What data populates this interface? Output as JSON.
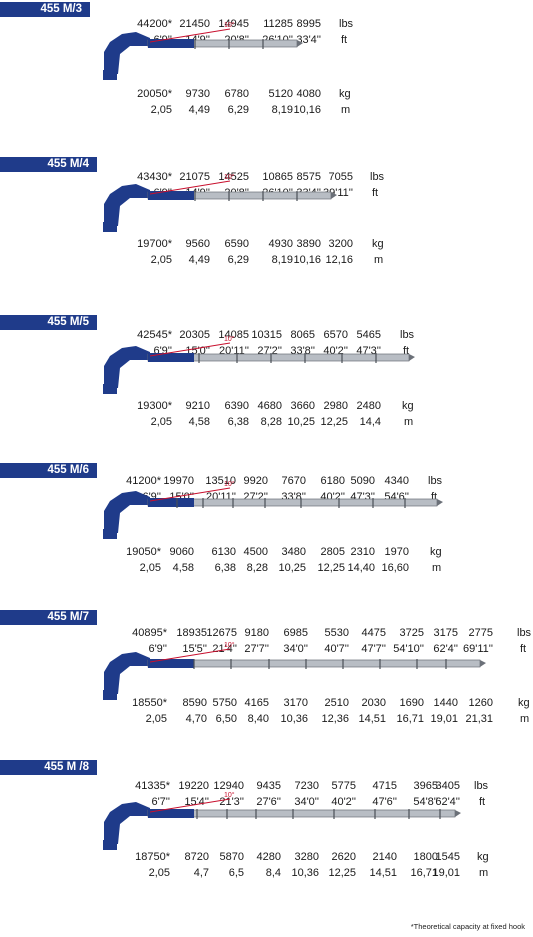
{
  "colors": {
    "accent": "#1f3b8a",
    "angle_line": "#c8102e",
    "boom": "#b8bdc4",
    "crane_body": "#1f3b8a"
  },
  "sections": [
    {
      "model": "455 M/3",
      "angle": "10°",
      "lbs": [
        "44200*",
        "21450",
        "14945",
        "11285",
        "8995"
      ],
      "ft": [
        "6'9''",
        "14'9''",
        "20'8''",
        "26'10''",
        "33'4''"
      ],
      "kg": [
        "20050*",
        "9730",
        "6780",
        "5120",
        "4080"
      ],
      "m": [
        "2,05",
        "4,49",
        "6,29",
        "8,19",
        "10,16"
      ],
      "units": {
        "lbs": "lbs",
        "ft": "ft",
        "kg": "kg",
        "m": "m"
      }
    },
    {
      "model": "455 M/4",
      "angle": "10°",
      "lbs": [
        "43430*",
        "21075",
        "14525",
        "10865",
        "8575",
        "7055"
      ],
      "ft": [
        "6'9''",
        "14'9''",
        "20'8''",
        "26'10''",
        "33'4''",
        "39'11''"
      ],
      "kg": [
        "19700*",
        "9560",
        "6590",
        "4930",
        "3890",
        "3200"
      ],
      "m": [
        "2,05",
        "4,49",
        "6,29",
        "8,19",
        "10,16",
        "12,16"
      ],
      "units": {
        "lbs": "lbs",
        "ft": "ft",
        "kg": "kg",
        "m": "m"
      }
    },
    {
      "model": "455 M/5",
      "angle": "10°",
      "lbs": [
        "42545*",
        "20305",
        "14085",
        "10315",
        "8065",
        "6570",
        "5465"
      ],
      "ft": [
        "6'9''",
        "15'0''",
        "20'11''",
        "27'2''",
        "33'8''",
        "40'2''",
        "47'3''"
      ],
      "kg": [
        "19300*",
        "9210",
        "6390",
        "4680",
        "3660",
        "2980",
        "2480"
      ],
      "m": [
        "2,05",
        "4,58",
        "6,38",
        "8,28",
        "10,25",
        "12,25",
        "14,4"
      ],
      "units": {
        "lbs": "lbs",
        "ft": "ft",
        "kg": "kg",
        "m": "m"
      }
    },
    {
      "model": "455 M/6",
      "angle": "10°",
      "lbs": [
        "41200*",
        "19970",
        "13510",
        "9920",
        "7670",
        "6180",
        "5090",
        "4340"
      ],
      "ft": [
        "6'9''",
        "15'0''",
        "20'11''",
        "27'2''",
        "33'8''",
        "40'2''",
        "47'3''",
        "54'6''"
      ],
      "kg": [
        "19050*",
        "9060",
        "6130",
        "4500",
        "3480",
        "2805",
        "2310",
        "1970"
      ],
      "m": [
        "2,05",
        "4,58",
        "6,38",
        "8,28",
        "10,25",
        "12,25",
        "14,40",
        "16,60"
      ],
      "units": {
        "lbs": "lbs",
        "ft": "ft",
        "kg": "kg",
        "m": "m"
      }
    },
    {
      "model": "455 M/7",
      "angle": "10°",
      "lbs": [
        "40895*",
        "18935",
        "12675",
        "9180",
        "6985",
        "5530",
        "4475",
        "3725",
        "3175",
        "2775"
      ],
      "ft": [
        "6'9''",
        "15'5''",
        "21'4''",
        "27'7''",
        "34'0''",
        "40'7''",
        "47'7''",
        "54'10''",
        "62'4''",
        "69'11''"
      ],
      "kg": [
        "18550*",
        "8590",
        "5750",
        "4165",
        "3170",
        "2510",
        "2030",
        "1690",
        "1440",
        "1260"
      ],
      "m": [
        "2,05",
        "4,70",
        "6,50",
        "8,40",
        "10,36",
        "12,36",
        "14,51",
        "16,71",
        "19,01",
        "21,31"
      ],
      "units": {
        "lbs": "lbs",
        "ft": "ft",
        "kg": "kg",
        "m": "m"
      }
    },
    {
      "model": "455 M /8",
      "angle": "10°",
      "lbs": [
        "41335*",
        "19220",
        "12940",
        "9435",
        "7230",
        "5775",
        "4715",
        "3965",
        "3405"
      ],
      "ft": [
        "6'7''",
        "15'4''",
        "21'3''",
        "27'6''",
        "34'0''",
        "40'2''",
        "47'6''",
        "54'8''",
        "62'4''"
      ],
      "kg": [
        "18750*",
        "8720",
        "5870",
        "4280",
        "3280",
        "2620",
        "2140",
        "1800",
        "1545"
      ],
      "m": [
        "2,05",
        "4,7",
        "6,5",
        "8,4",
        "10,36",
        "12,25",
        "14,51",
        "16,71",
        "19,01"
      ],
      "units": {
        "lbs": "lbs",
        "ft": "ft",
        "kg": "kg",
        "m": "m"
      }
    }
  ],
  "footnote": "*Theoretical capacity at fixed hook"
}
